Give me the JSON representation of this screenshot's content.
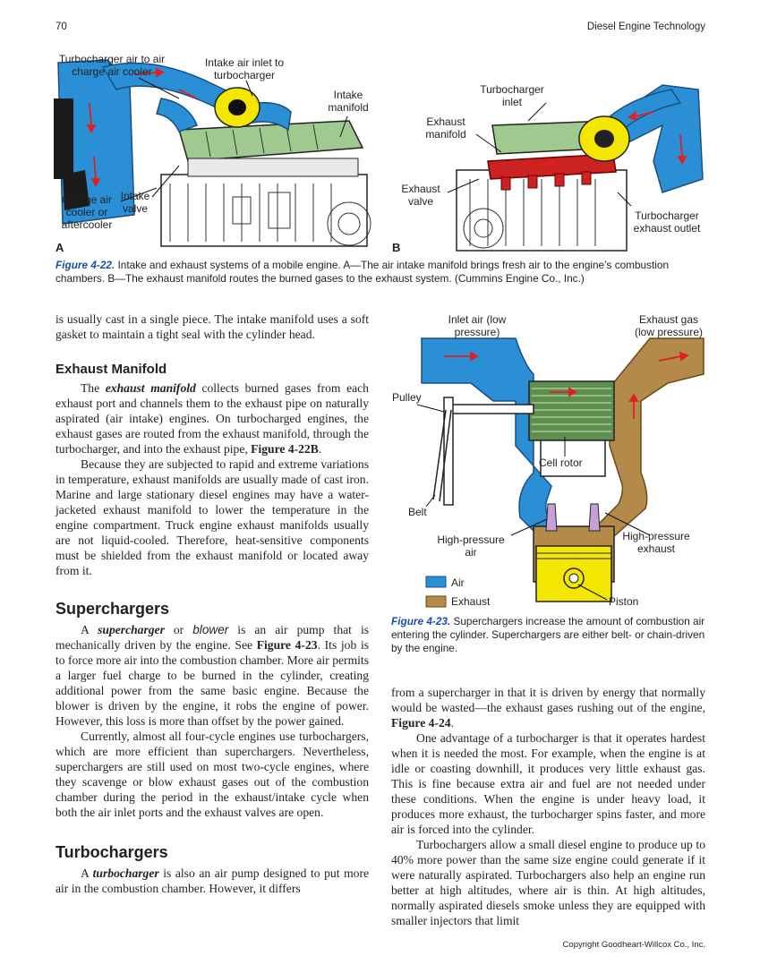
{
  "header": {
    "page_number": "70",
    "book_title": "Diesel Engine Technology"
  },
  "figure_22": {
    "panel_a": "A",
    "panel_b": "B",
    "labels_a": {
      "turbo_to_cooler": "Turbocharger air to air charge air cooler",
      "intake_inlet": "Intake air inlet to turbocharger",
      "intake_manifold": "Intake manifold",
      "charge_air_cooler": "Charge air cooler or aftercooler",
      "intake_valve": "Intake valve"
    },
    "labels_b": {
      "turbo_inlet": "Turbocharger inlet",
      "exhaust_manifold": "Exhaust manifold",
      "exhaust_valve": "Exhaust valve",
      "turbo_outlet": "Turbocharger exhaust outlet"
    },
    "caption_label": "Figure 4-22.",
    "caption_text": "Intake and exhaust systems of a mobile engine. A—The air intake manifold brings fresh air to the engine’s combustion chambers. B—The exhaust manifold routes the burned gases to the exhaust system. (Cummins Engine Co., Inc.)"
  },
  "figure_23": {
    "labels": {
      "inlet_air": "Inlet air (low pressure)",
      "exhaust_gas": "Exhaust gas (low pressure)",
      "pulley": "Pulley",
      "cell_rotor": "Cell rotor",
      "belt": "Belt",
      "hp_air": "High-pressure air",
      "hp_exhaust": "High-pressure exhaust",
      "piston": "Piston"
    },
    "legend": {
      "air": "Air",
      "exhaust": "Exhaust"
    },
    "colors": {
      "air": "#2b8fd6",
      "exhaust": "#b38a4a",
      "piston": "#f3e600"
    },
    "caption_label": "Figure 4-23.",
    "caption_text": "Superchargers increase the amount of combustion air entering the cylinder. Superchargers are either belt- or chain-driven by the engine."
  },
  "text": {
    "intro": "is usually cast in a single piece. The intake manifold uses a soft gasket to maintain a tight seal with the cylinder head.",
    "exhaust_heading": "Exhaust Manifold",
    "exhaust_p1_a": "The ",
    "exhaust_p1_term": "exhaust manifold",
    "exhaust_p1_b": " collects burned gases from each exhaust port and channels them to the exhaust pipe on naturally aspirated (air intake) engines. On turbocharged engines, the exhaust gases are routed from the exhaust manifold, through the turbocharger, and into the exhaust pipe, ",
    "exhaust_p1_ref": "Figure 4-22B",
    "exhaust_p1_c": ".",
    "exhaust_p2": "Because they are subjected to rapid and extreme variations in temperature, exhaust manifolds are usually made of cast iron. Marine and large stationary diesel engines may have a water-jacketed exhaust manifold to lower the temperature in the engine compartment. Truck engine exhaust manifolds usually are not liquid-cooled. Therefore, heat-sensitive components must be shielded from the exhaust manifold or located away from it.",
    "super_heading": "Superchargers",
    "super_p1_a": "A ",
    "super_p1_term": "supercharger",
    "super_p1_b": " or ",
    "super_p1_term2": "blower",
    "super_p1_c": " is an air pump that is mechanically driven by the engine. See ",
    "super_p1_ref": "Figure 4-23",
    "super_p1_d": ". Its job is to force more air into the combustion chamber. More air permits a larger fuel charge to be burned in the cylinder, creating additional power from the same basic engine. Because the blower is driven by the engine, it robs the engine of power. However, this loss is more than offset by the power gained.",
    "super_p2": "Currently, almost all four-cycle engines use turbochargers, which are more efficient than superchargers. Nevertheless, superchargers are still used on most two-cycle engines, where they scavenge or blow exhaust gases out of the combustion chamber during the period in the exhaust/intake cycle when both the air inlet ports and the exhaust valves are open.",
    "turbo_heading": "Turbochargers",
    "turbo_p1_a": "A ",
    "turbo_p1_term": "turbocharger",
    "turbo_p1_b": " is also an air pump designed to put more air in the combustion chamber. However, it differs",
    "right_p1_a": "from a supercharger in that it is driven by energy that normally would be wasted—the exhaust gases rushing out of the engine, ",
    "right_p1_ref": "Figure 4-24",
    "right_p1_b": ".",
    "right_p2": "One advantage of a turbocharger is that it operates hardest when it is needed the most. For example, when the engine is at idle or coasting downhill, it produces very little exhaust gas. This is fine because extra air and fuel are not needed under these conditions. When the engine is under heavy load, it produces more exhaust, the turbocharger spins faster, and more air is forced into the cylinder.",
    "right_p3": "Turbochargers allow a small diesel engine to produce up to 40% more power than the same size engine could generate if it were naturally aspirated. Turbochargers also help an engine run better at high altitudes, where air is thin. At high altitudes, normally aspirated diesels smoke unless they are equipped with smaller injectors that limit"
  },
  "footer": {
    "copyright": "Copyright Goodheart-Willcox Co., Inc."
  }
}
